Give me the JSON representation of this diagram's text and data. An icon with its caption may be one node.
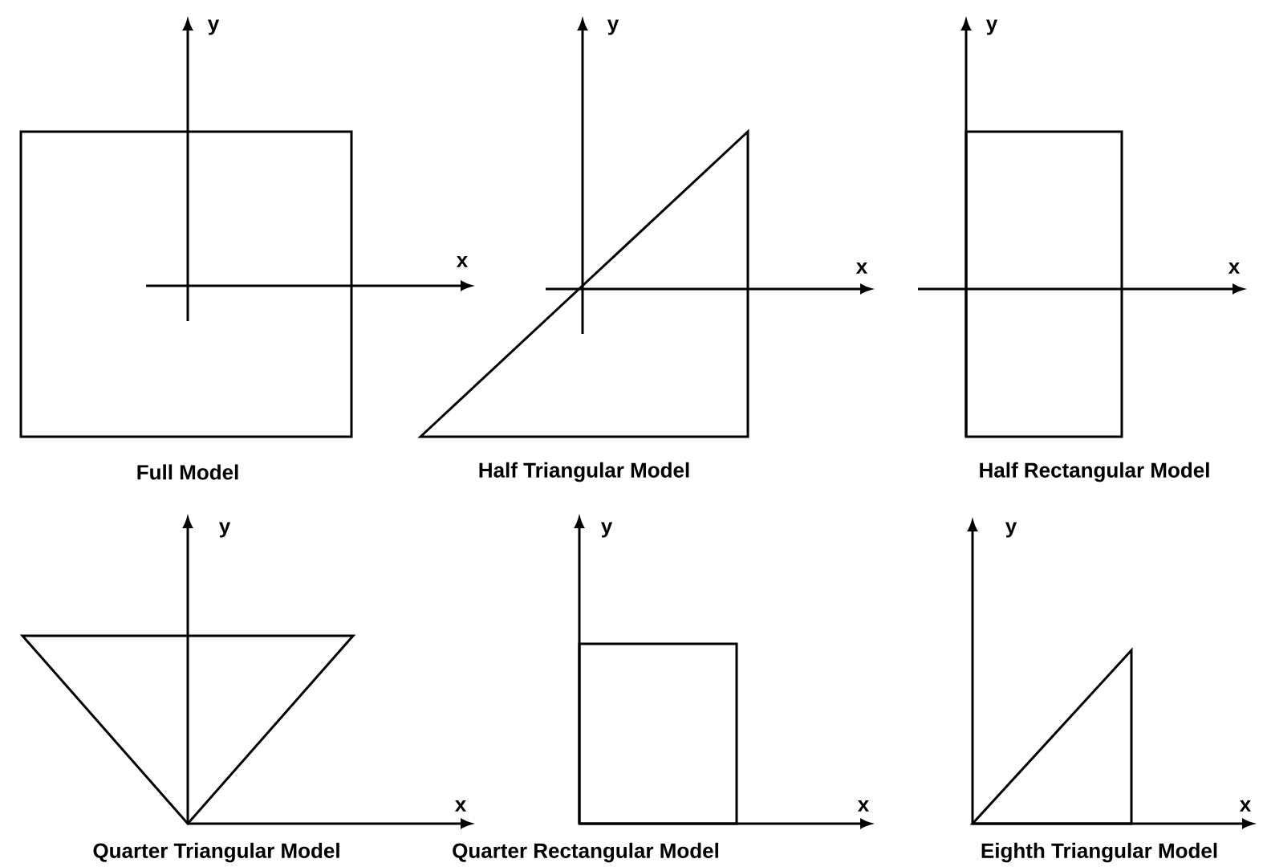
{
  "diagram": {
    "labels": [
      "y",
      "x",
      "Full Model",
      "y",
      "x",
      "Half Triangular Model",
      "y",
      "x",
      "Half Rectangular Model",
      "y",
      "x",
      "Quarter Triangular Model",
      "y",
      "x",
      "Quarter Rectangular Model",
      "y",
      "x",
      "Eighth Triangular Model"
    ]
  }
}
